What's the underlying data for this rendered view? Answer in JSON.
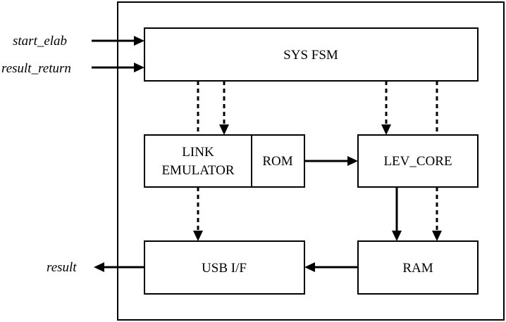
{
  "blocks": {
    "sys_fsm": "SYS FSM",
    "link_emulator_line1": "LINK",
    "link_emulator_line2": "EMULATOR",
    "rom": "ROM",
    "lev_core": "LEV_CORE",
    "usb_if": "USB I/F",
    "ram": "RAM"
  },
  "signals": {
    "start_elab": "start_elab",
    "result_return": "result_return",
    "result": "result"
  },
  "connections": [
    {
      "from": "start_elab",
      "to": "sys_fsm",
      "style": "solid"
    },
    {
      "from": "result_return",
      "to": "sys_fsm",
      "style": "solid"
    },
    {
      "from": "sys_fsm",
      "to": "link_emulator",
      "style": "dashed"
    },
    {
      "from": "sys_fsm",
      "to": "lev_core",
      "style": "dashed"
    },
    {
      "from": "rom",
      "to": "lev_core",
      "style": "solid"
    },
    {
      "from": "link_emulator",
      "to": "usb_if",
      "style": "dashed"
    },
    {
      "from": "lev_core",
      "to": "ram",
      "style": "solid"
    },
    {
      "from": "sys_fsm",
      "to": "ram",
      "style": "dashed"
    },
    {
      "from": "ram",
      "to": "usb_if",
      "style": "solid"
    },
    {
      "from": "usb_if",
      "to": "result",
      "style": "solid"
    }
  ]
}
